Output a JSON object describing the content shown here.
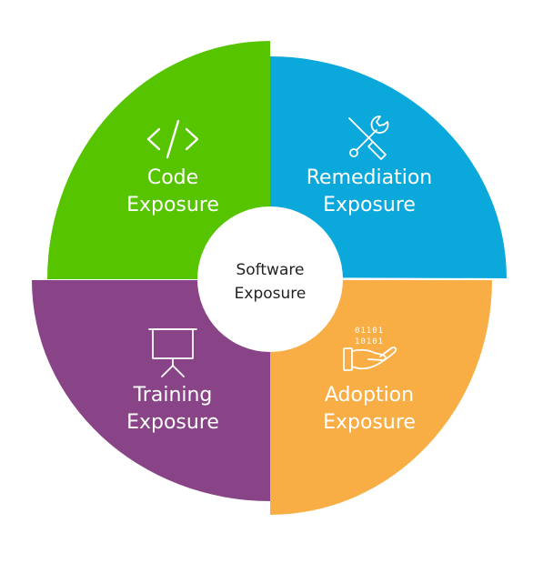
{
  "center": {
    "line1": "Software",
    "line2": "Exposure"
  },
  "quadrants": [
    {
      "id": "code",
      "line1": "Code",
      "line2": "Exposure",
      "color": "#56c500",
      "icon": "code-icon"
    },
    {
      "id": "remediation",
      "line1": "Remediation",
      "line2": "Exposure",
      "color": "#0ba8dc",
      "icon": "tools-icon"
    },
    {
      "id": "adoption",
      "line1": "Adoption",
      "line2": "Exposure",
      "color": "#f9ae45",
      "icon": "hand-binary-icon"
    },
    {
      "id": "training",
      "line1": "Training",
      "line2": "Exposure",
      "color": "#884486",
      "icon": "projector-screen-icon"
    }
  ],
  "icons": {
    "binary_row1": "01101",
    "binary_row2": "10101"
  }
}
